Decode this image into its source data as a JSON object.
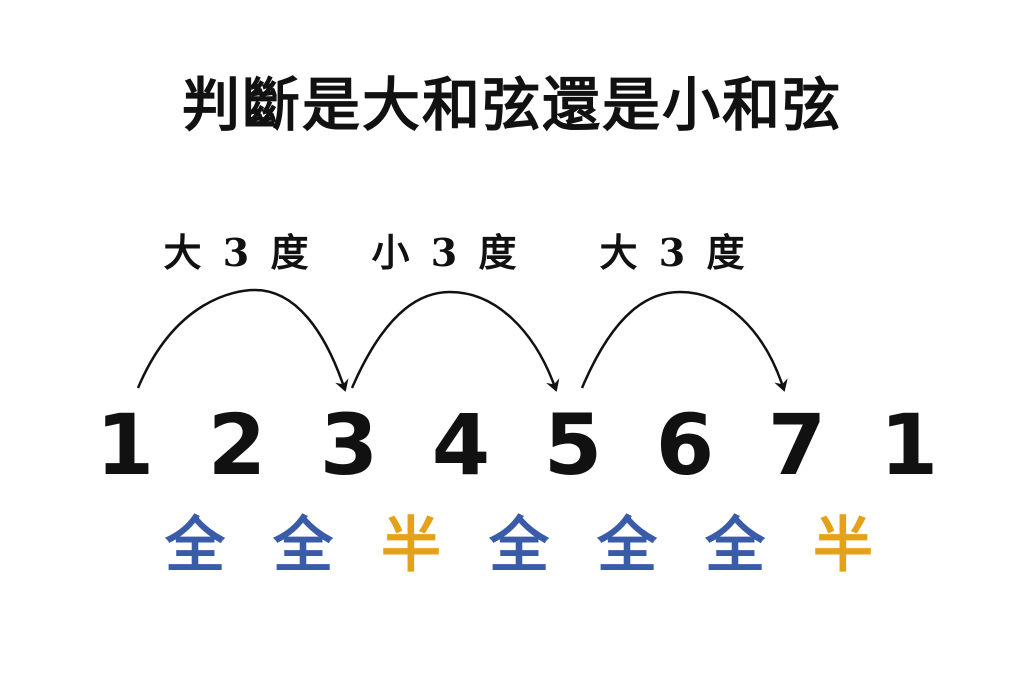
{
  "title": "判斷是大和弦還是小和弦",
  "intervals": [
    {
      "label": "大 3 度",
      "from": 1,
      "to": 3
    },
    {
      "label": "小 3 度",
      "from": 3,
      "to": 5
    },
    {
      "label": "大 3 度",
      "from": 5,
      "to": 7
    }
  ],
  "degrees": [
    "1",
    "2",
    "3",
    "4",
    "5",
    "6",
    "7",
    "1"
  ],
  "steps": [
    {
      "text": "全",
      "kind": "whole"
    },
    {
      "text": "全",
      "kind": "whole"
    },
    {
      "text": "半",
      "kind": "half"
    },
    {
      "text": "全",
      "kind": "whole"
    },
    {
      "text": "全",
      "kind": "whole"
    },
    {
      "text": "全",
      "kind": "whole"
    },
    {
      "text": "半",
      "kind": "half"
    }
  ],
  "colors": {
    "text": "#111111",
    "whole": "#3a5ba8",
    "half": "#e3a21a",
    "arc": "#111111"
  }
}
